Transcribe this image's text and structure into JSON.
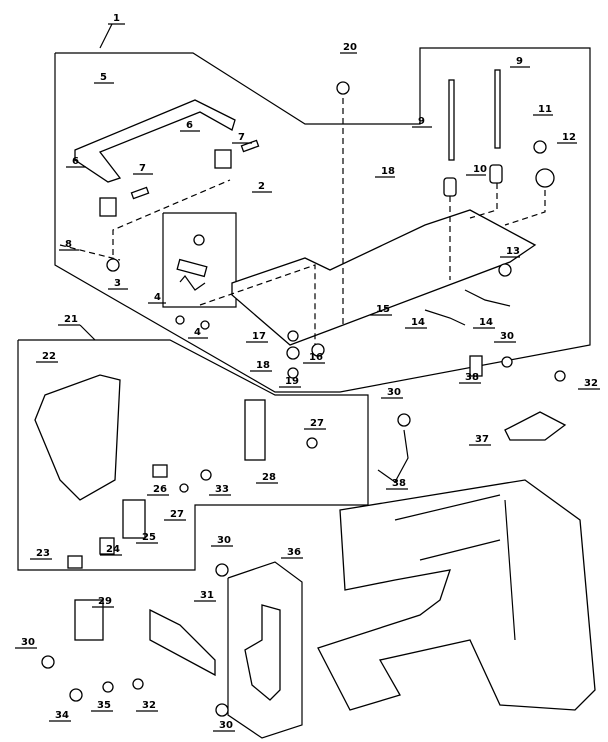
{
  "diagram": {
    "labels": [
      "1",
      "20",
      "9",
      "9",
      "5",
      "6",
      "7",
      "6",
      "7",
      "11",
      "12",
      "10",
      "18",
      "2",
      "8",
      "13",
      "3",
      "4",
      "15",
      "14",
      "14",
      "4",
      "17",
      "18",
      "16",
      "19",
      "21",
      "22",
      "30",
      "38",
      "32",
      "30",
      "27",
      "37",
      "28",
      "33",
      "26",
      "27",
      "38",
      "23",
      "24",
      "25",
      "30",
      "36",
      "29",
      "31",
      "30",
      "34",
      "35",
      "32",
      "30"
    ]
  }
}
